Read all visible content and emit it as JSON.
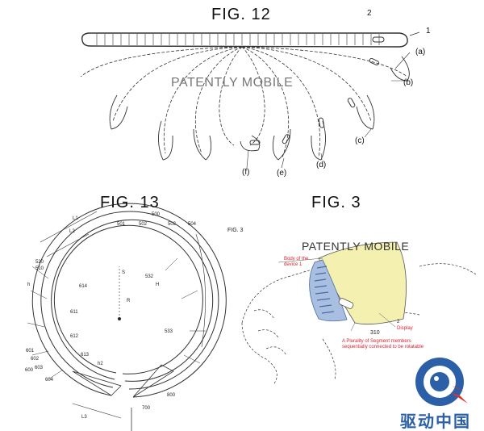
{
  "fig12": {
    "title": "FIG. 12",
    "watermark": "PATENTLY MOBILE",
    "labels": {
      "n2": "2",
      "n1": "1",
      "a": "(a)",
      "b": "(b)",
      "c": "(c)",
      "d": "(d)",
      "e": "(e)",
      "f": "(f)"
    }
  },
  "fig13": {
    "title": "FIG. 13",
    "labels": {
      "L1": "L1",
      "L2": "L2",
      "L3": "L3",
      "h": "h",
      "h2": "h2",
      "S": "S",
      "H": "H",
      "R": "R",
      "n500": "500",
      "n501": "501",
      "n502": "502",
      "n503": "503",
      "n504": "504",
      "n510": "510",
      "n520": "520",
      "n532": "532",
      "n533": "533",
      "n611": "611",
      "n612": "612",
      "n613": "613",
      "n614": "614",
      "n601": "601",
      "n602": "602",
      "n603": "603",
      "n600": "600",
      "n604": "604",
      "n700": "700",
      "n800": "800"
    }
  },
  "fig3": {
    "title": "FIG. 3",
    "small_title": "FIG. 3",
    "watermark": "PATENTLY MOBILE",
    "body_label_1": "Body of the",
    "body_label_2": "device 1",
    "display_label": "2",
    "display_text": "Display",
    "ref_310": "310",
    "segment_note_1": "A Plurality of Segment members",
    "segment_note_2": "sequentially connected to be rotatable"
  },
  "logo": {
    "text": "驱动中国",
    "icon": "q-logo-icon"
  },
  "colors": {
    "band": "#f3f0b0",
    "segments": "#6e8fc0",
    "logo_blue": "#2b5fa8",
    "logo_red": "#e03030",
    "note_red": "#d23"
  }
}
